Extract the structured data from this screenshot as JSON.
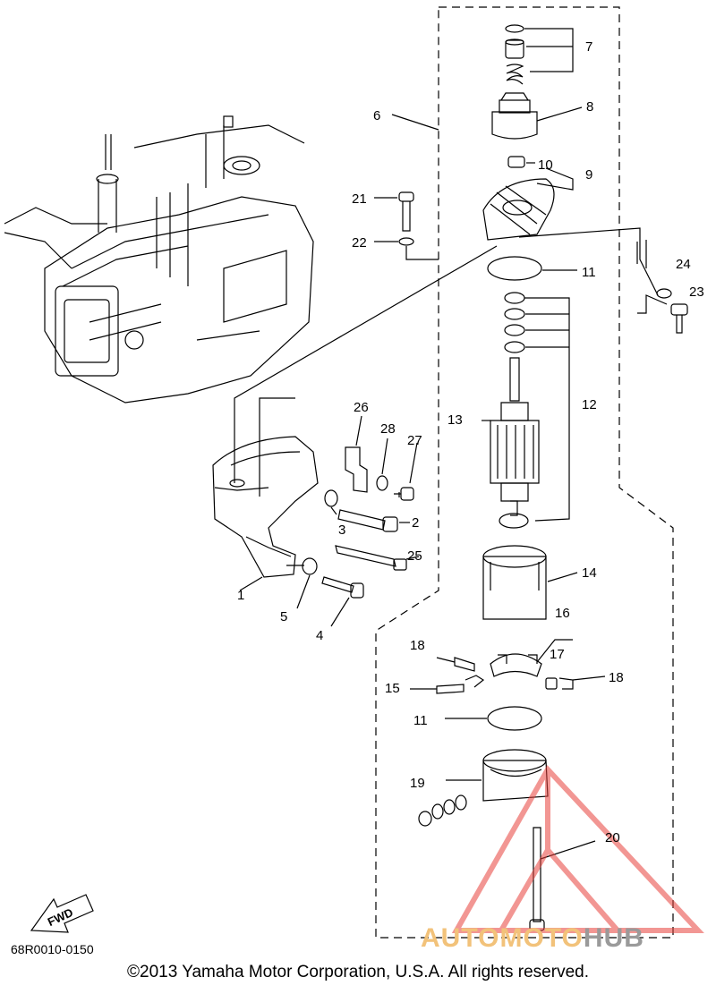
{
  "part_numbers": [
    "1",
    "2",
    "3",
    "4",
    "5",
    "6",
    "7",
    "8",
    "9",
    "10",
    "11",
    "12",
    "13",
    "14",
    "15",
    "16",
    "17",
    "18",
    "19",
    "20",
    "21",
    "22",
    "23",
    "24",
    "25",
    "26",
    "27",
    "28"
  ],
  "repeat_labels": {
    "n11": "11",
    "n18": "18"
  },
  "fwd_label": "FWD",
  "diagram_code": "68R0010-0150",
  "copyright": "©2013 Yamaha Motor Corporation, U.S.A. All rights reserved.",
  "watermark": {
    "part1": "AUTOMOTO",
    "part2": "HUB"
  },
  "colors": {
    "line": "#000000",
    "watermark_red": "#e8423c",
    "watermark_amber": "#f2c27a",
    "watermark_gray": "#9a9a9a"
  }
}
